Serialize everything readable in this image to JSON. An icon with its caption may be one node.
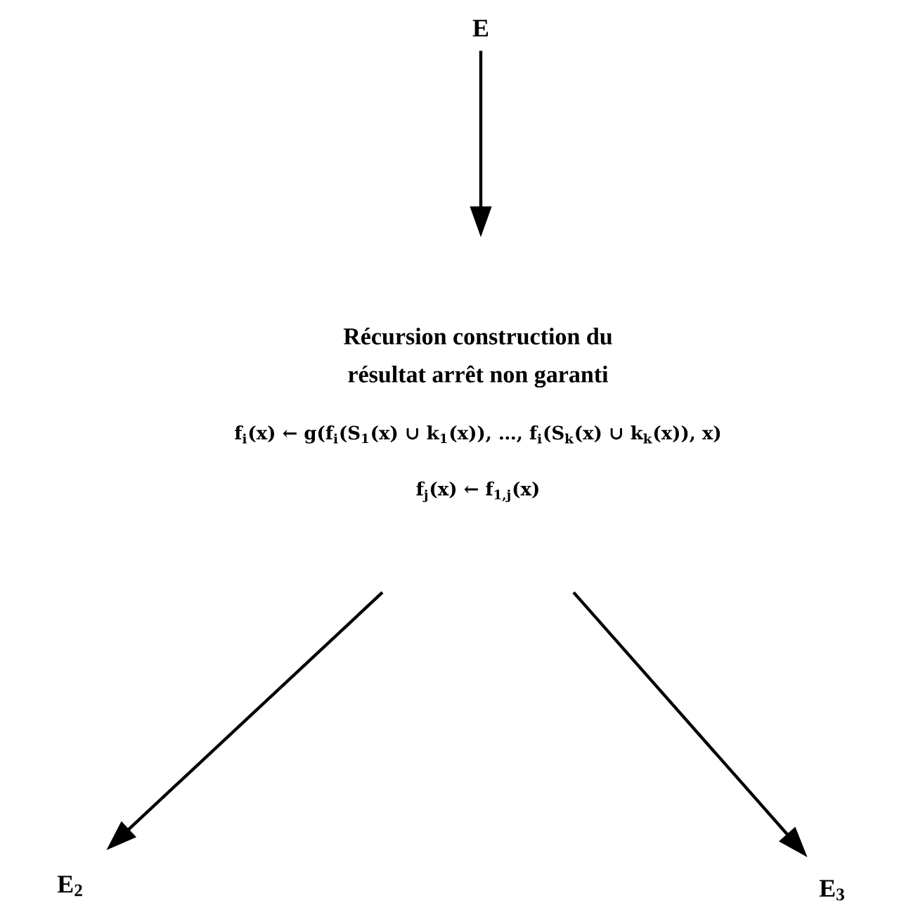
{
  "diagram": {
    "nodes": [
      {
        "text": [
          "E"
        ]
      },
      {
        "text": [
          "Récursion construction du résultat arrêt non garanti",
          "f$_{i}$(x) ← g(f$_{i}$(S$_{1}$(x) ∪ k$_{1}$(x)), …, f$_{i}$(S$_{k}$(x) ∪ k$_{k}$(x)), x)",
          "f$_{j}$(x) ← f$_{1,j}$(x)"
        ]
      },
      {
        "text": [
          "E$_{2}$"
        ]
      },
      {
        "text": [
          "E$_{3}$"
        ]
      }
    ],
    "edges": [
      {
        "from": 0,
        "to": 1,
        "arrow": "to"
      },
      {
        "from": 1,
        "to": 2,
        "arrow": "to"
      },
      {
        "from": 1,
        "to": 3,
        "arrow": "to"
      }
    ]
  }
}
